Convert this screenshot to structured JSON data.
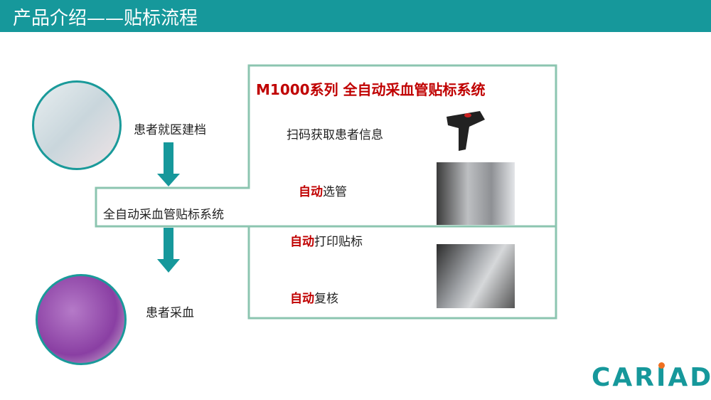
{
  "header": {
    "title": "产品介绍——贴标流程"
  },
  "left": {
    "step1": "患者就医建档",
    "system": "全自动采血管贴标系统",
    "step2": "患者采血"
  },
  "box": {
    "title": "M1000系列 全自动采血管贴标系统",
    "scan": "扫码获取患者信息",
    "auto": "自动",
    "select": "选管",
    "print": "打印贴标",
    "review": "复核"
  },
  "logo": {
    "text": "CARIAD"
  },
  "colors": {
    "teal": "#16989b",
    "outline": "#8cc5b0",
    "red": "#c00000"
  }
}
